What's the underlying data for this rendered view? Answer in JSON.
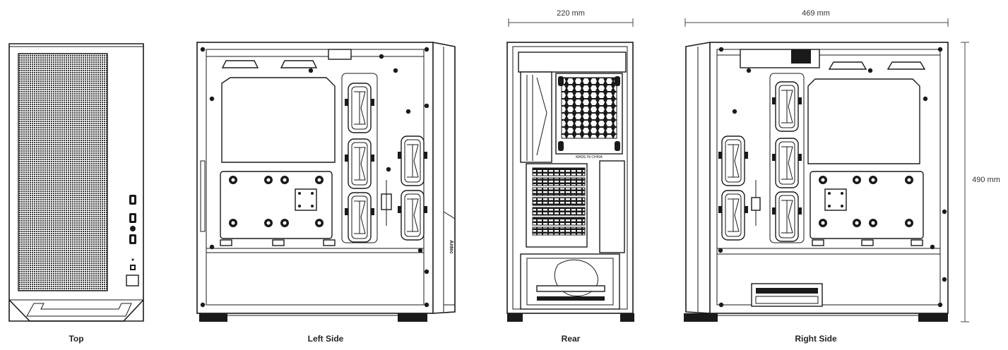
{
  "views": {
    "top": {
      "label": "Top"
    },
    "left_side": {
      "label": "Left Side"
    },
    "rear": {
      "label": "Rear"
    },
    "right_side": {
      "label": "Right Side"
    }
  },
  "dimensions": {
    "width": "220 mm",
    "depth": "469 mm",
    "height": "490 mm"
  },
  "markings": {
    "brand_logo": "Antec",
    "rear_stamp": "MADE IN CHINA"
  }
}
